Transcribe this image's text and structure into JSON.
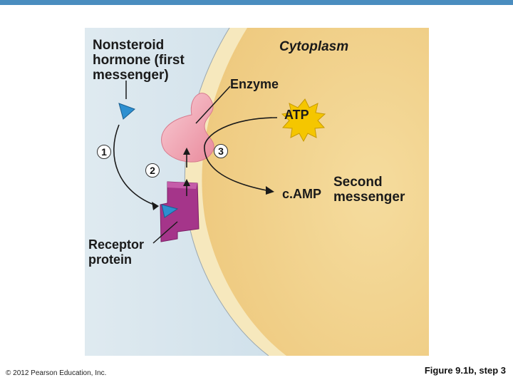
{
  "labels": {
    "hormone": "Nonsteroid hormone (first messenger)",
    "cytoplasm": "Cytoplasm",
    "enzyme": "Enzyme",
    "atp": "ATP",
    "camp": "c.AMP",
    "second_messenger": "Second messenger",
    "receptor": "Receptor protein"
  },
  "steps": [
    "1",
    "2",
    "3"
  ],
  "footer": {
    "copyright": "© 2012 Pearson Education, Inc.",
    "figure": "Figure 9.1b, step 3"
  },
  "colors": {
    "extracellular": "#c9dde8",
    "cytoplasm": "#f2d491",
    "membrane": "#f6e8bd",
    "enzyme": "#f3a9b6",
    "receptor": "#a5358a",
    "hormone": "#2d8fd0",
    "atp_burst": "#f5c600",
    "accent_bar": "#4a8dbf"
  },
  "icons": [
    "hormone-triangle-icon",
    "atp-burst-icon"
  ]
}
